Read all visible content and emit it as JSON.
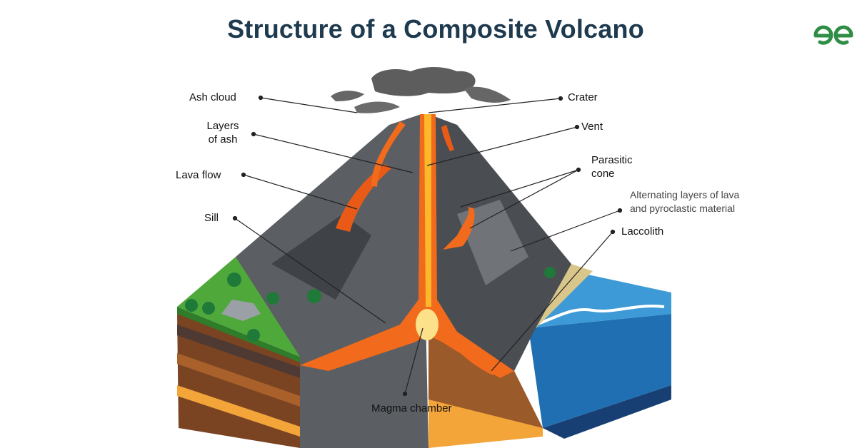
{
  "title": "Structure of a Composite Volcano",
  "logo": {
    "name": "geeksforgeeks-logo",
    "color": "#2f8d46"
  },
  "labels": {
    "ash_cloud": "Ash cloud",
    "layers_of_ash_1": "Layers",
    "layers_of_ash_2": "of ash",
    "lava_flow": "Lava flow",
    "sill": "Sill",
    "crater": "Crater",
    "vent": "Vent",
    "parasitic_cone_1": "Parasitic",
    "parasitic_cone_2": "cone",
    "alternating_1": "Alternating layers of lava",
    "alternating_2": "and pyroclastic material",
    "laccolith": "Laccolith",
    "magma_chamber": "Magma chamber"
  },
  "colors": {
    "title": "#1e3a4f",
    "rock": "#5b5e63",
    "rock_dark": "#3f4247",
    "lava": "#f26a1b",
    "magma": "#fbb82a",
    "grass": "#4fa83a",
    "water": "#2a7fc4",
    "soil": "#9a5a2a"
  }
}
